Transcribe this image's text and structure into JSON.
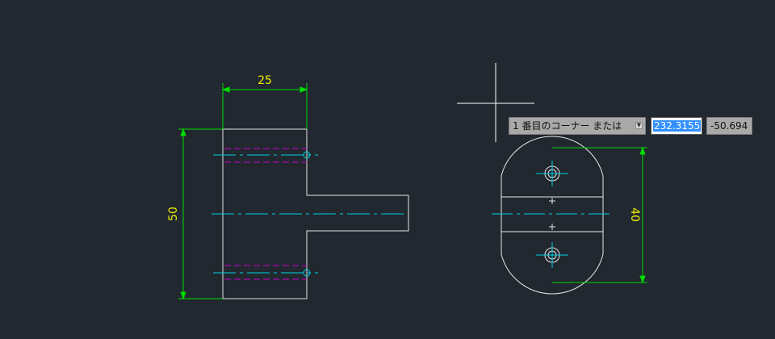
{
  "colors": {
    "background": "#212830",
    "geometry": "#e6e6e6",
    "centerline": "#00d0e0",
    "hidden": "#d000d0",
    "dimension": "#00dd00",
    "dimension_text": "#f0f000"
  },
  "dimensions": {
    "width_top": "25",
    "height_left": "50",
    "height_right": "40"
  },
  "command_tooltip": {
    "prompt": "1 番目のコーナー または",
    "dropdown_icon": "dropdown-arrow-icon",
    "x_value": "232.3155",
    "y_value": "-50.694"
  }
}
